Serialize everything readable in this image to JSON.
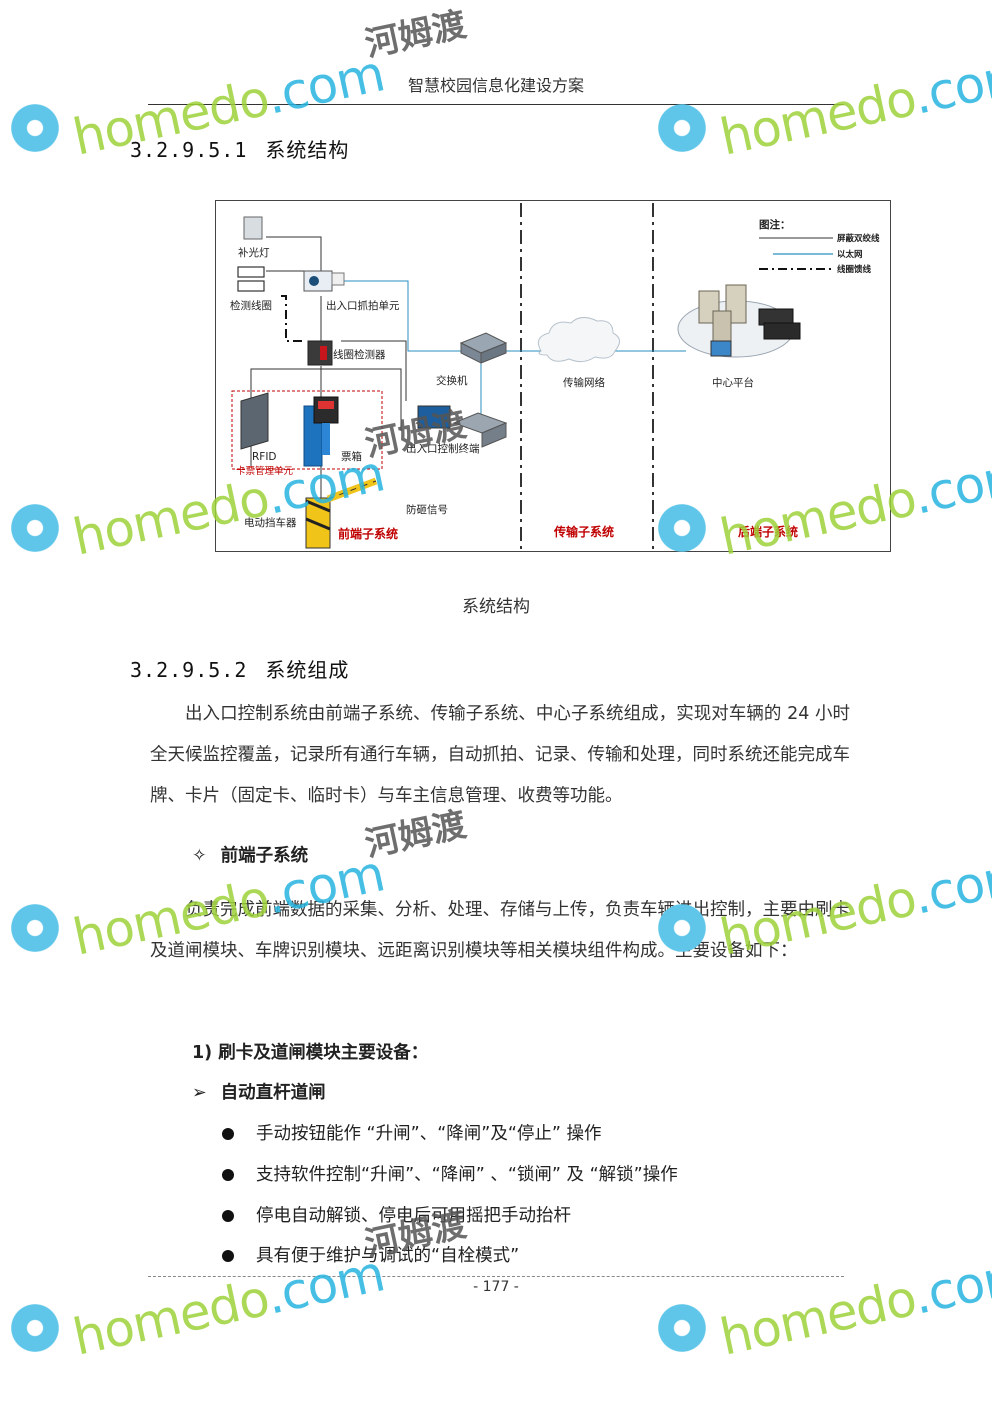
{
  "header": {
    "title": "智慧校园信息化建设方案"
  },
  "section1": {
    "number": "3.2.9.5.1",
    "title": "系统结构"
  },
  "diagram": {
    "labels": {
      "fill_light": "补光灯",
      "detect_coil": "检测线圈",
      "capture_unit": "出入口抓拍单元",
      "coil_detector": "线圈检测器",
      "switch": "交换机",
      "rfid": "RFID",
      "card_unit": "卡票管理单元",
      "ticket_box": "票箱",
      "control_terminal": "出入口控制终端",
      "anti_smash": "防砸信号",
      "barrier": "电动挡车器",
      "network": "传输网络",
      "center": "中心平台",
      "legend_title": "图注：",
      "legend_shielded": "屏蔽双绞线",
      "legend_ethernet": "以太网",
      "legend_coil": "线圈馈线"
    },
    "subsystems": {
      "front": "前端子系统",
      "transport": "传输子系统",
      "back": "后端子系统"
    }
  },
  "caption": "系统结构",
  "section2": {
    "number": "3.2.9.5.2",
    "title": "系统组成"
  },
  "paragraph1": "出入口控制系统由前端子系统、传输子系统、中心子系统组成，实现对车辆的 24 小时全天候监控覆盖，记录所有通行车辆，自动抓拍、记录、传输和处理，同时系统还能完成车牌、卡片（固定卡、临时卡）与车主信息管理、收费等功能。",
  "subsection": {
    "marker": "✧",
    "title": "前端子系统"
  },
  "paragraph2": "负责完成前端数据的采集、分析、处理、存储与上传，负责车辆进出控制，主要由刷卡及道闸模块、车牌识别模块、远距离识别模块等相关模块组件构成。主要设备如下：",
  "list_title": "1)  刷卡及道闸模块主要设备：",
  "arrow_item": {
    "marker": "➢",
    "text": "自动直杆道闸"
  },
  "bullets": [
    "手动按钮能作 “升闸”、“降闸”及“停止” 操作",
    "支持软件控制“升闸”、“降闸” 、“锁闸” 及 “解锁”操作",
    "停电自动解锁、停电后可用摇把手动抬杆",
    "具有便于维护与调试的“自栓模式”"
  ],
  "page_number": "- 177 -",
  "watermark": {
    "latin_pre": "home",
    "latin_mid": "do",
    "latin_dot": ".com",
    "cn": "河姆渡"
  },
  "colors": {
    "watermark_green": "#9ed23a",
    "watermark_blue": "#27b5e0",
    "subsystem_red": "#c00000",
    "ethernet_line": "#2a8fbf"
  }
}
